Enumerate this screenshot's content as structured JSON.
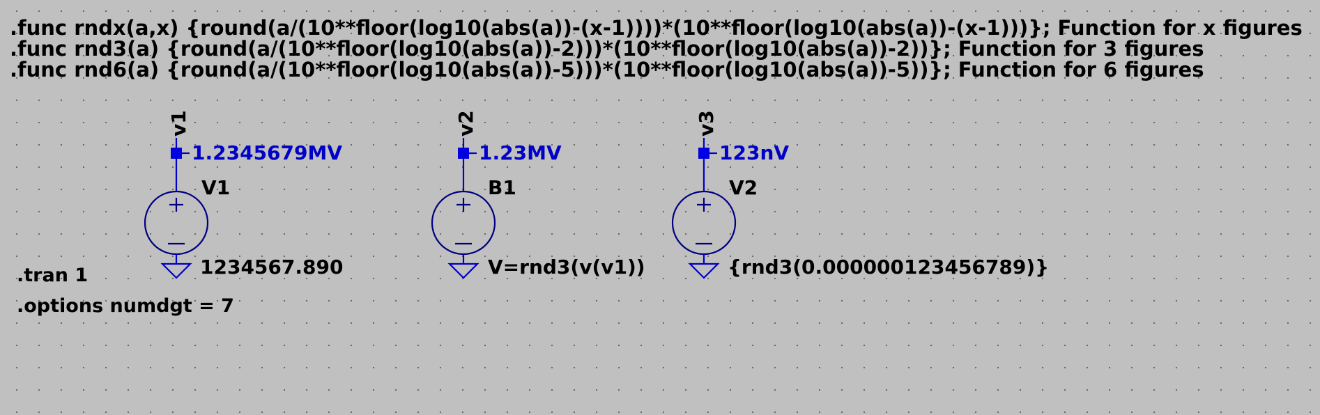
{
  "directives": {
    "func_rndx": ".func rndx(a,x) {round(a/(10**floor(log10(abs(a))-(x-1))))*(10**floor(log10(abs(a))-(x-1)))}; Function for x figures",
    "func_rnd3": ".func rnd3(a) {round(a/(10**floor(log10(abs(a))-2)))*(10**floor(log10(abs(a))-2))}; Function for 3 figures",
    "func_rnd6": ".func rnd6(a) {round(a/(10**floor(log10(abs(a))-5)))*(10**floor(log10(abs(a))-5))}; Function for 6 figures",
    "tran": ".tran 1",
    "options": ".options numdgt = 7"
  },
  "components": [
    {
      "net_label": "v1",
      "probe_value": "1.2345679MV",
      "ref": "V1",
      "value": "1234567.890"
    },
    {
      "net_label": "v2",
      "probe_value": "1.23MV",
      "ref": "B1",
      "value": "V=rnd3(v(v1))"
    },
    {
      "net_label": "v3",
      "probe_value": "123nV",
      "ref": "V2",
      "value": "{rnd3(0.000000123456789)}"
    }
  ],
  "colors": {
    "background": "#c0c0c0",
    "wire": "#0000c8",
    "symbol": "#000080",
    "text": "#000000"
  }
}
